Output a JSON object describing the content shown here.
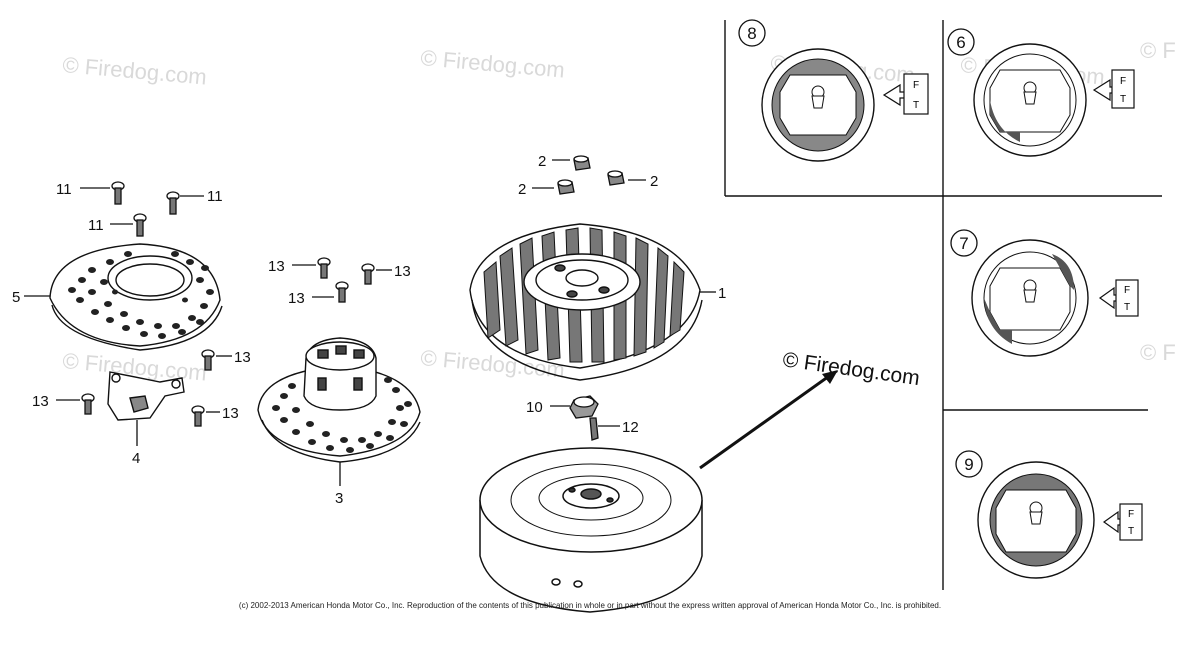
{
  "watermarks": [
    "© Firedog.com",
    "© Firedog.com",
    "© Firedog.com",
    "© Firedog.com",
    "© Firedog.com",
    "© Firedog.com",
    "© F",
    "© F"
  ],
  "main_watermark": "© Firedog.com",
  "copyright": "(c) 2002-2013 American Honda Motor Co., Inc. Reproduction of the contents of this publication in whole or in part without the express written approval of American Honda Motor Co., Inc. is prohibited.",
  "parts": {
    "p1": "1",
    "p2a": "2",
    "p2b": "2",
    "p2c": "2",
    "p3": "3",
    "p4": "4",
    "p5": "5",
    "p10": "10",
    "p11a": "11",
    "p11b": "11",
    "p11c": "11",
    "p12": "12",
    "p13a": "13",
    "p13b": "13",
    "p13c": "13",
    "p13d": "13",
    "p13e": "13",
    "p13f": "13"
  },
  "panels": {
    "p8": "8",
    "p6": "6",
    "p7": "7",
    "p9": "9"
  },
  "tag": {
    "f": "F",
    "t": "T"
  }
}
